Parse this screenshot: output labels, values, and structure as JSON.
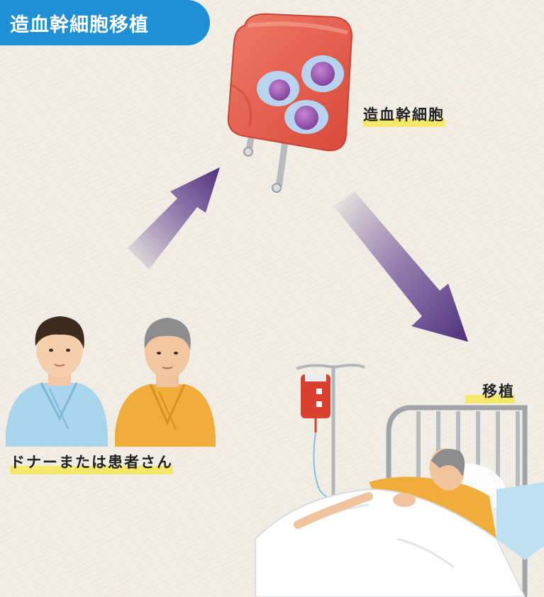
{
  "title": "造血幹細胞移植",
  "labels": {
    "stem_cells": "造血幹細胞",
    "transplant": "移植",
    "donor_or_patient": "ドナーまたは患者さん"
  },
  "colors": {
    "title_badge": "#1f8fd6",
    "highlight": "#f3e86a",
    "arrow": "#5b3a86",
    "bag": "#e8604e",
    "cell": "#8f4fa8"
  }
}
